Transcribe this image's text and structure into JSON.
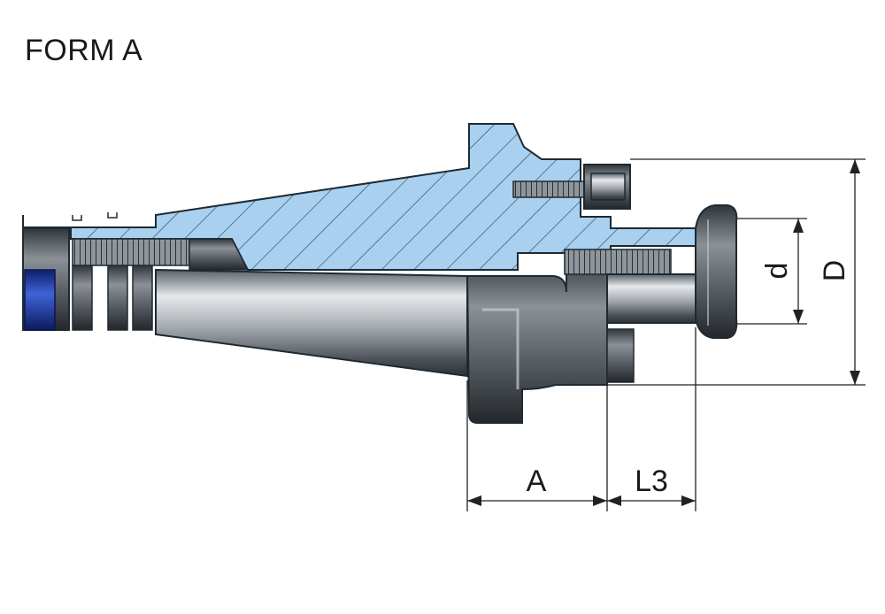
{
  "title": "FORM A",
  "dimensions": {
    "d": "d",
    "D": "D",
    "A": "A",
    "L3": "L3"
  },
  "colors": {
    "section_fill": "#a9d0ee",
    "hatch": "#2b4a63",
    "outline": "#1e2a33",
    "steel_light": "#d9dde0",
    "steel_dark": "#3c4248",
    "ring_blue": "#1f3ea8",
    "dimension_line": "#222222"
  }
}
